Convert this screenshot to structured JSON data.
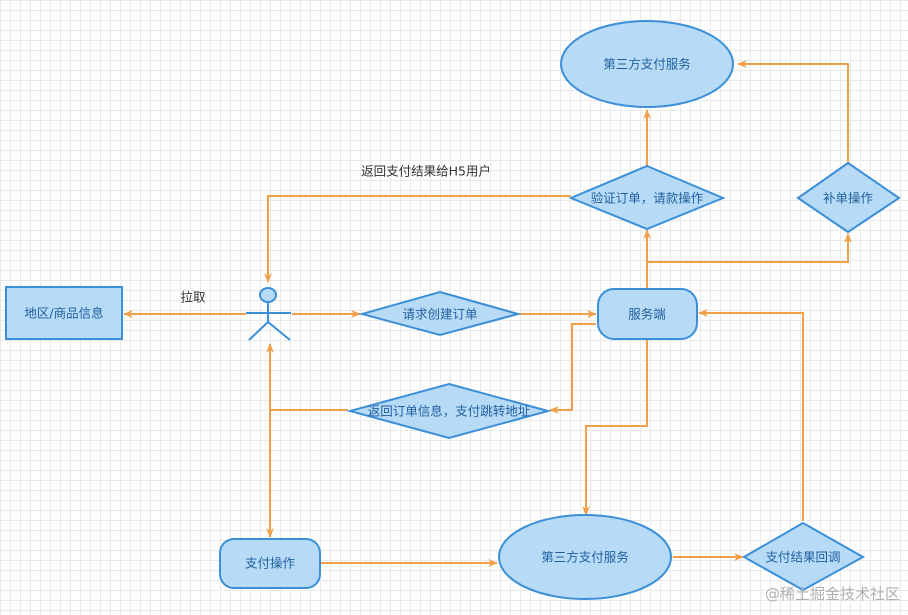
{
  "nodes": {
    "top_third_party": "第三方支付服务",
    "verify_order": "验证订单，请款操作",
    "supplement_order": "补单操作",
    "region_goods": "地区/商品信息",
    "create_order": "请求创建订单",
    "server": "服务端",
    "return_order_info": "返回订单信息，支付跳转地址",
    "pay_action": "支付操作",
    "bottom_third_party": "第三方支付服务",
    "pay_callback": "支付结果回调"
  },
  "edge_labels": {
    "return_result": "返回支付结果给H5用户",
    "pull": "拉取"
  },
  "watermark": "@稀土掘金技术社区",
  "colors": {
    "node_fill": "#b7dbf7",
    "node_stroke": "#3b8fd9",
    "edge": "#f0a04b",
    "text": "#1f5f9e"
  }
}
